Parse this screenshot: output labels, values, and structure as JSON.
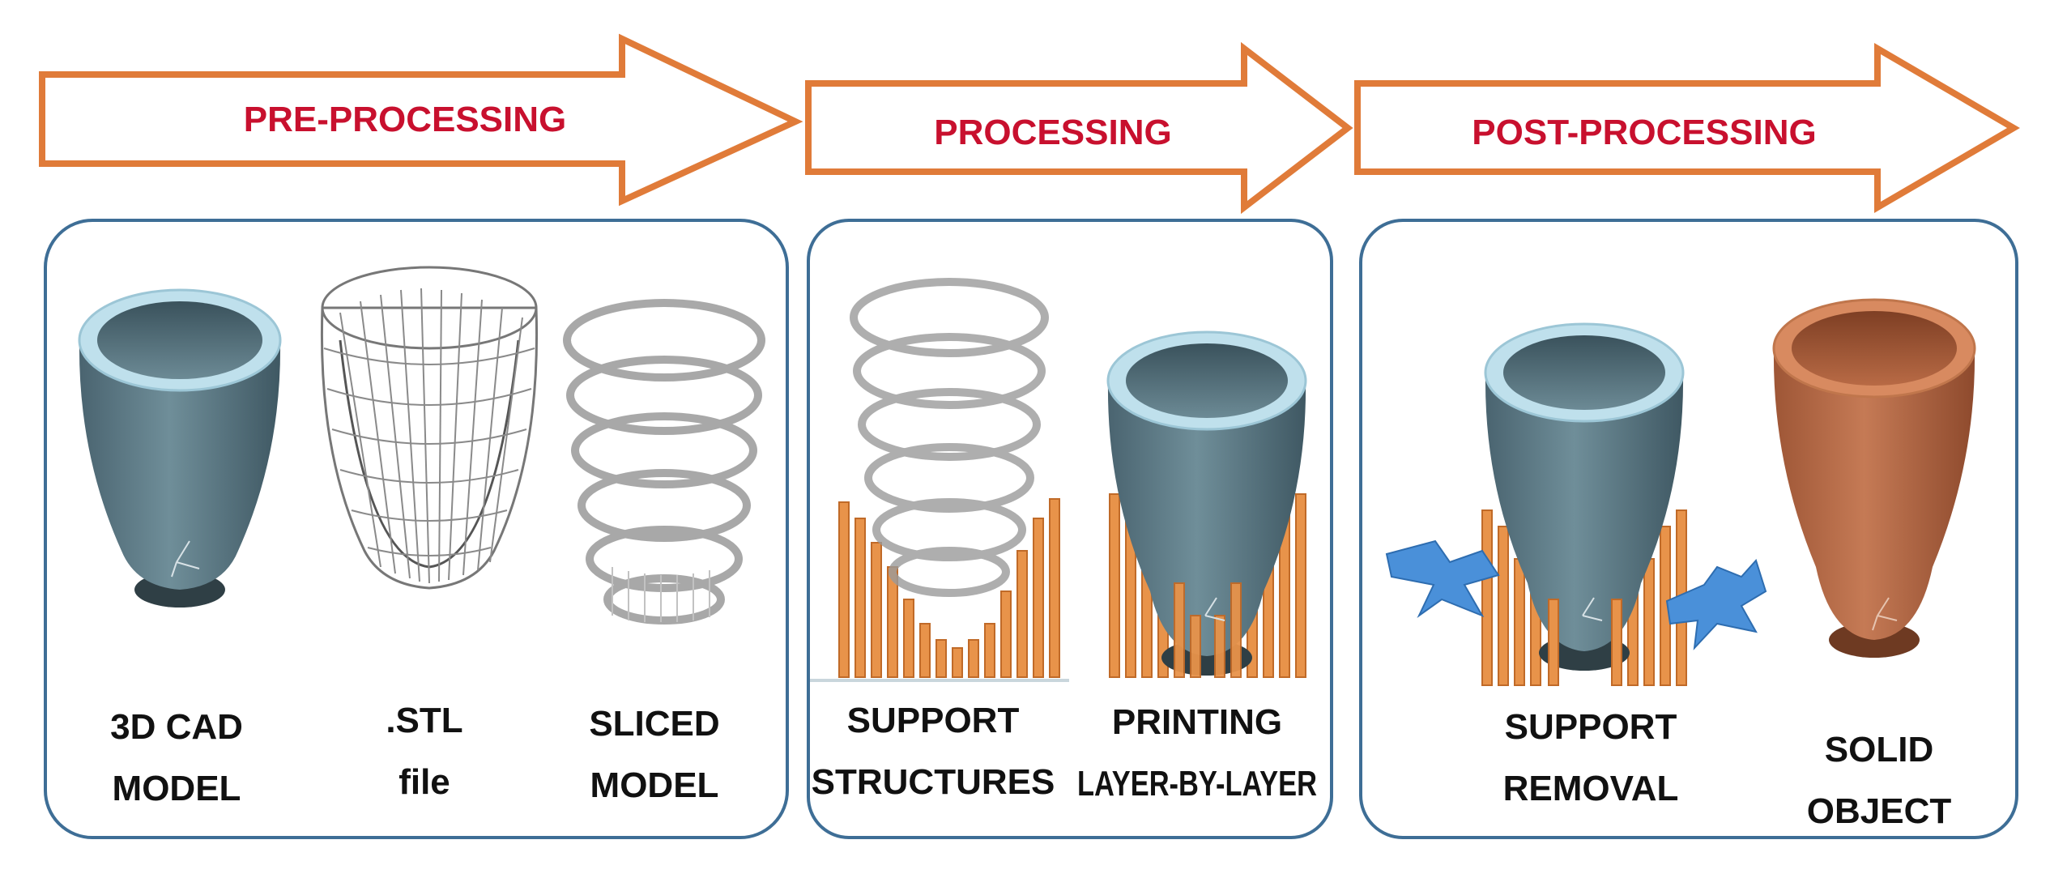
{
  "colors": {
    "arrow_stroke": "#E07B39",
    "arrow_label": "#C8102E",
    "panel_stroke": "#3E6E96",
    "model_body": "#5B7A86",
    "model_rim": "#BFE0EC",
    "model_base": "#3A4E55",
    "support": "#E8934A",
    "solid_body": "#B86A45",
    "solid_rim": "#D88A60",
    "debris": "#4A90D9",
    "mesh": "#8A8A8A"
  },
  "stages": [
    {
      "label": "PRE-PROCESSING",
      "steps": [
        {
          "lines": [
            "3D CAD",
            "MODEL"
          ],
          "icon": "cad-model-icon"
        },
        {
          "lines": [
            ".STL",
            "file"
          ],
          "icon": "stl-mesh-icon"
        },
        {
          "lines": [
            "SLICED",
            "MODEL"
          ],
          "icon": "sliced-model-icon"
        }
      ]
    },
    {
      "label": "PROCESSING",
      "steps": [
        {
          "lines": [
            "SUPPORT",
            "STRUCTURES"
          ],
          "icon": "support-structures-icon"
        },
        {
          "lines": [
            "PRINTING",
            "LAYER-BY-LAYER"
          ],
          "icon": "printing-icon"
        }
      ]
    },
    {
      "label": "POST-PROCESSING",
      "steps": [
        {
          "lines": [
            "SUPPORT",
            "REMOVAL"
          ],
          "icon": "support-removal-icon"
        },
        {
          "lines": [
            "SOLID",
            "OBJECT"
          ],
          "icon": "solid-object-icon"
        }
      ]
    }
  ]
}
